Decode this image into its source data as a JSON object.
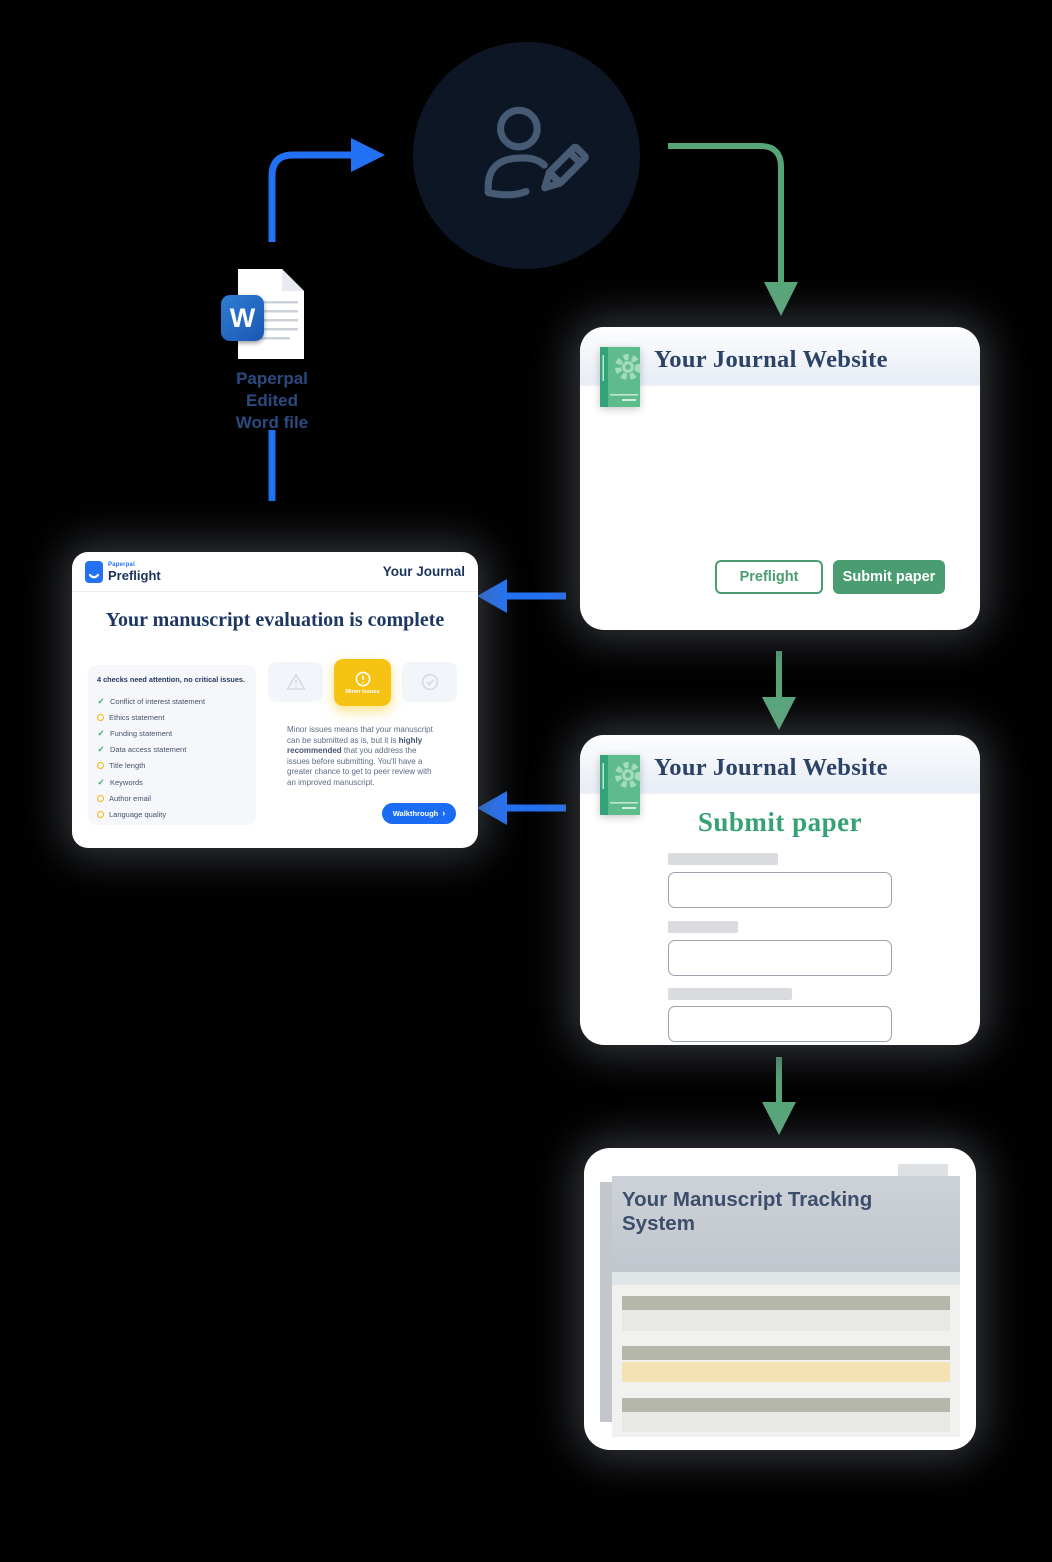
{
  "palette": {
    "background": "#010101",
    "flow_blue": "#2270f3",
    "flow_green": "#57a478",
    "button_green": "#4a9d71",
    "badge_yellow": "#f7c313",
    "navy_text": "#2b4368",
    "word_blue": "#1a57b4"
  },
  "word_file": {
    "badge_letter": "W",
    "label_line1": "Paperpal Edited",
    "label_line2": "Word file"
  },
  "journal_site_top": {
    "title": "Your Journal Website",
    "preflight_button": "Preflight",
    "submit_button": "Submit paper"
  },
  "preflight": {
    "brand_top": "Paperpal",
    "brand_main": "Preflight",
    "header_right": "Your Journal",
    "heading": "Your manuscript evaluation is complete",
    "checklist_title": "4 checks need attention, no critical issues.",
    "checklist": [
      {
        "label": "Conflict of interest statement",
        "status": "pass"
      },
      {
        "label": "Ethics statement",
        "status": "warn"
      },
      {
        "label": "Funding statement",
        "status": "pass"
      },
      {
        "label": "Data access statement",
        "status": "pass"
      },
      {
        "label": "Title length",
        "status": "warn"
      },
      {
        "label": "Keywords",
        "status": "pass"
      },
      {
        "label": "Author email",
        "status": "warn"
      },
      {
        "label": "Language quality",
        "status": "warn"
      }
    ],
    "badge_label": "Minor Issues",
    "description": [
      "Minor issues means that your manuscript can be submitted as is, but it is ",
      "highly recommended",
      " that you address the issues before submitting. You'll have a greater chance to get to peer review with an improved manuscript."
    ],
    "walkthrough_button": "Walkthrough"
  },
  "journal_site_submit": {
    "title": "Your Journal Website",
    "heading": "Submit paper"
  },
  "tracking": {
    "title": "Your Manuscript Tracking System"
  }
}
